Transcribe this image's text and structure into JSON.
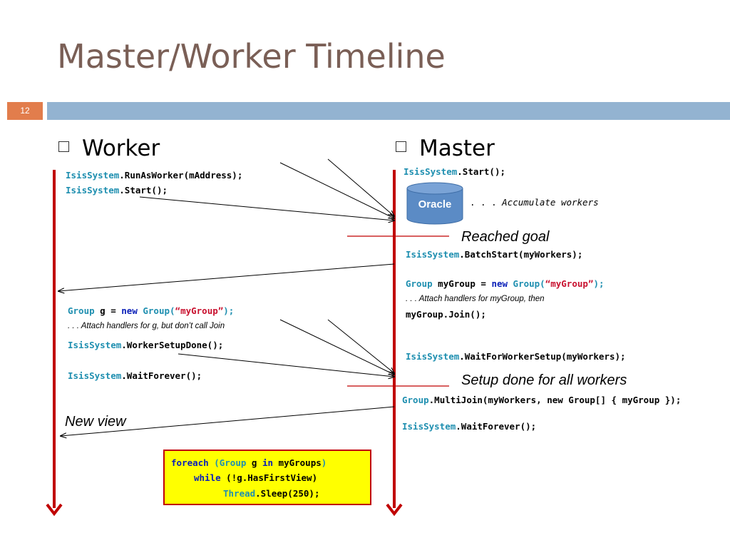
{
  "slide": {
    "title": "Master/Worker Timeline",
    "number": "12"
  },
  "worker": {
    "heading": "Worker",
    "code1_type": "IsisSystem",
    "code1_rest": ".RunAsWorker(mAddress);",
    "code2_type": "IsisSystem",
    "code2_rest": ".Start();",
    "group_type": "Group",
    "group_var": " g = ",
    "group_new": "new",
    "group_call": " Group(",
    "group_str": "“myGroup”",
    "group_end": ");",
    "attach_note": ". . . Attach handlers for g, but don’t call Join",
    "setup_type": "IsisSystem",
    "setup_rest": ".WorkerSetupDone();",
    "wait_type": "IsisSystem",
    "wait_rest": ".WaitForever();",
    "new_view_label": "New view"
  },
  "master": {
    "heading": "Master",
    "start_type": "IsisSystem",
    "start_rest": ".Start();",
    "oracle_label": "Oracle",
    "accumulate_dots": ". . . ",
    "accumulate_text": "Accumulate workers",
    "reached_goal": "Reached goal",
    "batch_type": "IsisSystem",
    "batch_rest": ".BatchStart(myWorkers);",
    "group_type": "Group",
    "group_var": " myGroup = ",
    "group_new": "new",
    "group_call": " Group(",
    "group_str": "“myGroup”",
    "group_end": ");",
    "attach_note": ". . . Attach handlers for myGroup, then",
    "join_call": "myGroup.Join();",
    "wait_setup_type": "IsisSystem",
    "wait_setup_rest": ".WaitForWorkerSetup(myWorkers);",
    "setup_done": "Setup done for all workers",
    "multijoin_type": "Group",
    "multijoin_rest": ".MultiJoin(myWorkers, new Group[] { myGroup });",
    "wait_type": "IsisSystem",
    "wait_rest": ".WaitForever();"
  },
  "loop_box": {
    "line1_kw": "foreach",
    "line1_a": " (",
    "line1_type": "Group",
    "line1_b": " g ",
    "line1_in": "in",
    "line1_c": " myGroups",
    "line1_d": ")",
    "line2_kw": "while",
    "line2_rest": " (!g.HasFirstView)",
    "line3_type": "Thread",
    "line3_rest": ".Sleep(250);"
  },
  "colors": {
    "timeline": "#c00000",
    "title": "#7a5f56",
    "number_bar": "#e27d4c",
    "header_bar": "#93b3d1",
    "type": "#1f8fb0",
    "keyword": "#0a1fb8",
    "string": "#c8102e",
    "oracle": "#5b8bc5",
    "loop_box_fill": "#ffff00"
  }
}
